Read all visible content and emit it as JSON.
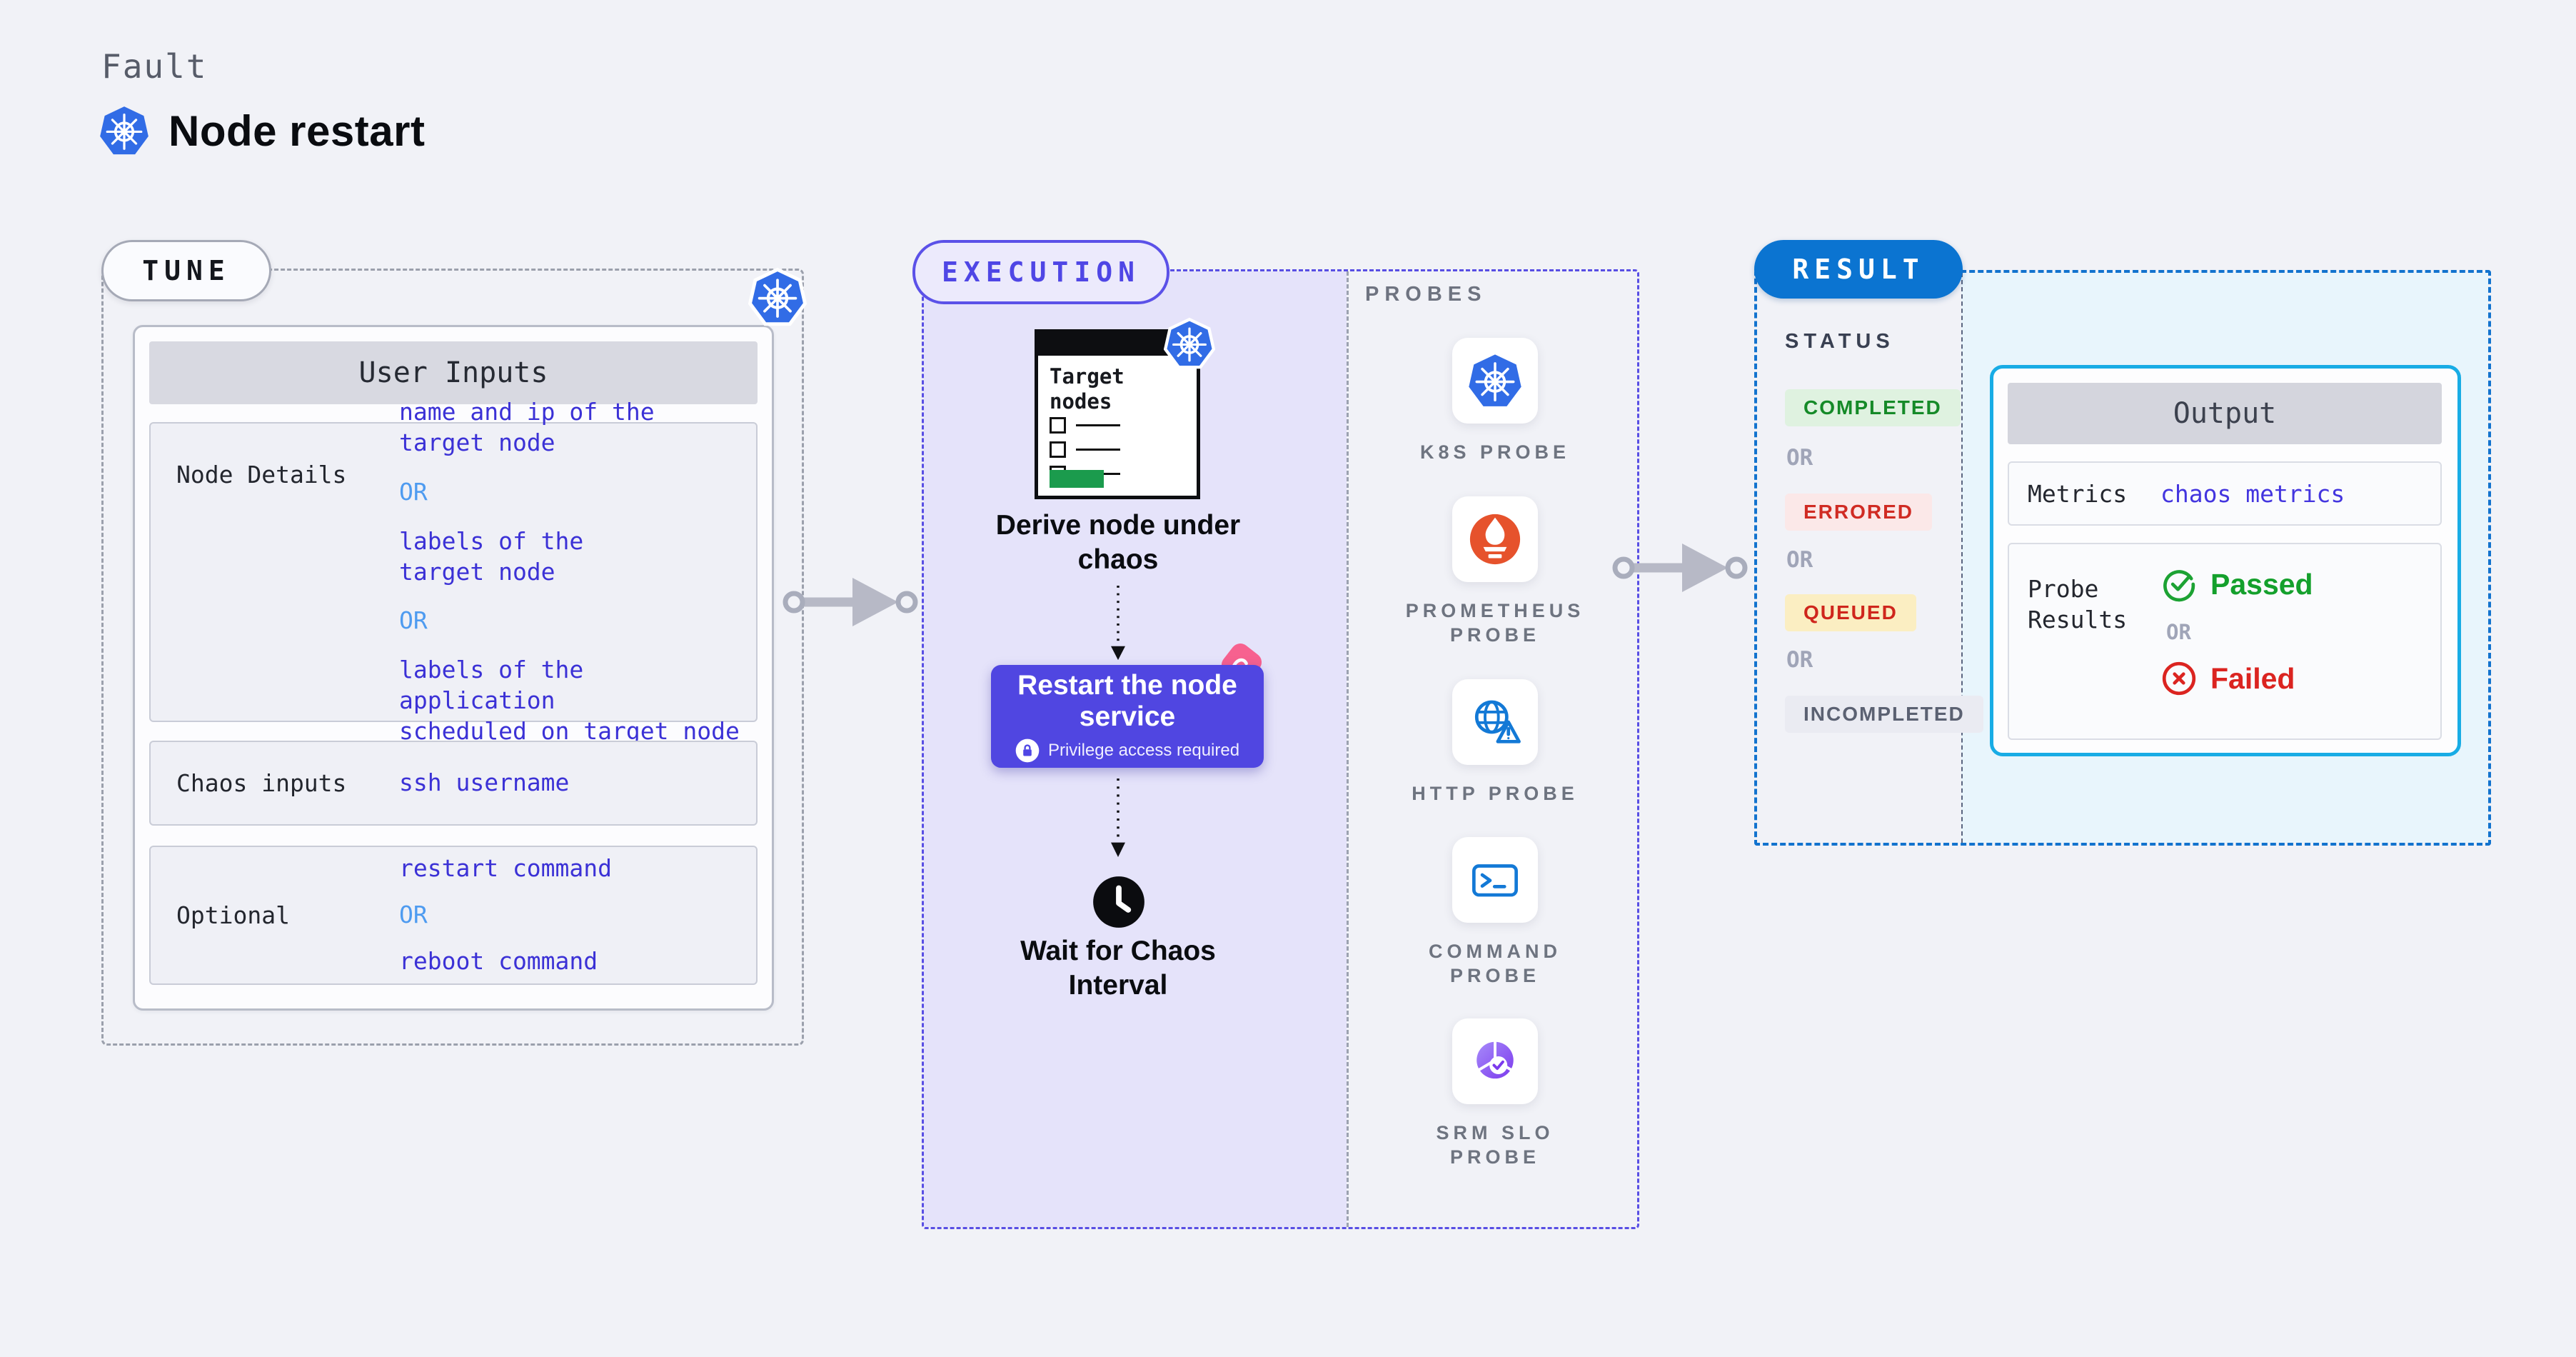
{
  "header": {
    "eyebrow": "Fault",
    "title": "Node restart"
  },
  "tune": {
    "label": "TUNE",
    "table_title": "User Inputs",
    "rows": [
      {
        "label": "Node Details",
        "lines": [
          {
            "kind": "value",
            "text": "name and ip of the\ntarget node"
          },
          {
            "kind": "or",
            "text": "OR"
          },
          {
            "kind": "value",
            "text": "labels of the\ntarget node"
          },
          {
            "kind": "or",
            "text": "OR"
          },
          {
            "kind": "value",
            "text": "labels of the application\nscheduled on target node"
          }
        ]
      },
      {
        "label": "Chaos inputs",
        "lines": [
          {
            "kind": "value",
            "text": "ssh username"
          }
        ]
      },
      {
        "label": "Optional",
        "lines": [
          {
            "kind": "value",
            "text": "restart command"
          },
          {
            "kind": "or",
            "text": "OR"
          },
          {
            "kind": "value",
            "text": "reboot command"
          }
        ]
      }
    ]
  },
  "execution": {
    "label": "EXECUTION",
    "target_nodes_title": "Target\nnodes",
    "derive_caption": "Derive node under\nchaos",
    "restart_title": "Restart the node\nservice",
    "restart_subtitle": "Privilege access required",
    "wait_caption": "Wait for Chaos\nInterval"
  },
  "probes": {
    "label": "PROBES",
    "items": [
      {
        "icon": "kubernetes-wheel-icon",
        "label": "K8S PROBE"
      },
      {
        "icon": "prometheus-flame-icon",
        "label": "PROMETHEUS\nPROBE"
      },
      {
        "icon": "globe-warning-icon",
        "label": "HTTP PROBE"
      },
      {
        "icon": "terminal-icon",
        "label": "COMMAND\nPROBE"
      },
      {
        "icon": "slo-donut-check-icon",
        "label": "SRM SLO\nPROBE"
      }
    ]
  },
  "result": {
    "label": "RESULT",
    "status_title": "STATUS",
    "or_label": "OR",
    "statuses": [
      {
        "kind": "completed",
        "text": "COMPLETED"
      },
      {
        "kind": "errored",
        "text": "ERRORED"
      },
      {
        "kind": "queued",
        "text": "QUEUED"
      },
      {
        "kind": "incompleted",
        "text": "INCOMPLETED"
      }
    ],
    "output": {
      "title": "Output",
      "metrics_label": "Metrics",
      "metrics_value": "chaos metrics",
      "probe_results_label": "Probe\nResults",
      "passed_label": "Passed",
      "or_label": "OR",
      "failed_label": "Failed"
    }
  },
  "colors": {
    "page_bg": "#F1F2F7",
    "kubernetes_blue": "#316CE6",
    "indigo_accent": "#4F46E5",
    "execution_fill": "#E5E3FA",
    "restart_button": "#5046E1",
    "chaos_pink": "#F7618F",
    "result_blue": "#0B74D1",
    "result_fill": "#E8F5FC",
    "output_border_cyan": "#18ACE5",
    "value_text": "#3B31D6",
    "or_text": "#4E9BF0",
    "completed_green": "#158A28",
    "errored_red": "#D02B23",
    "queued_yellow_bg": "#FBEEC2",
    "passed_green": "#14A02C",
    "failed_red": "#DB2420",
    "prometheus_orange": "#E6522C",
    "target_green": "#1B9B4D"
  }
}
